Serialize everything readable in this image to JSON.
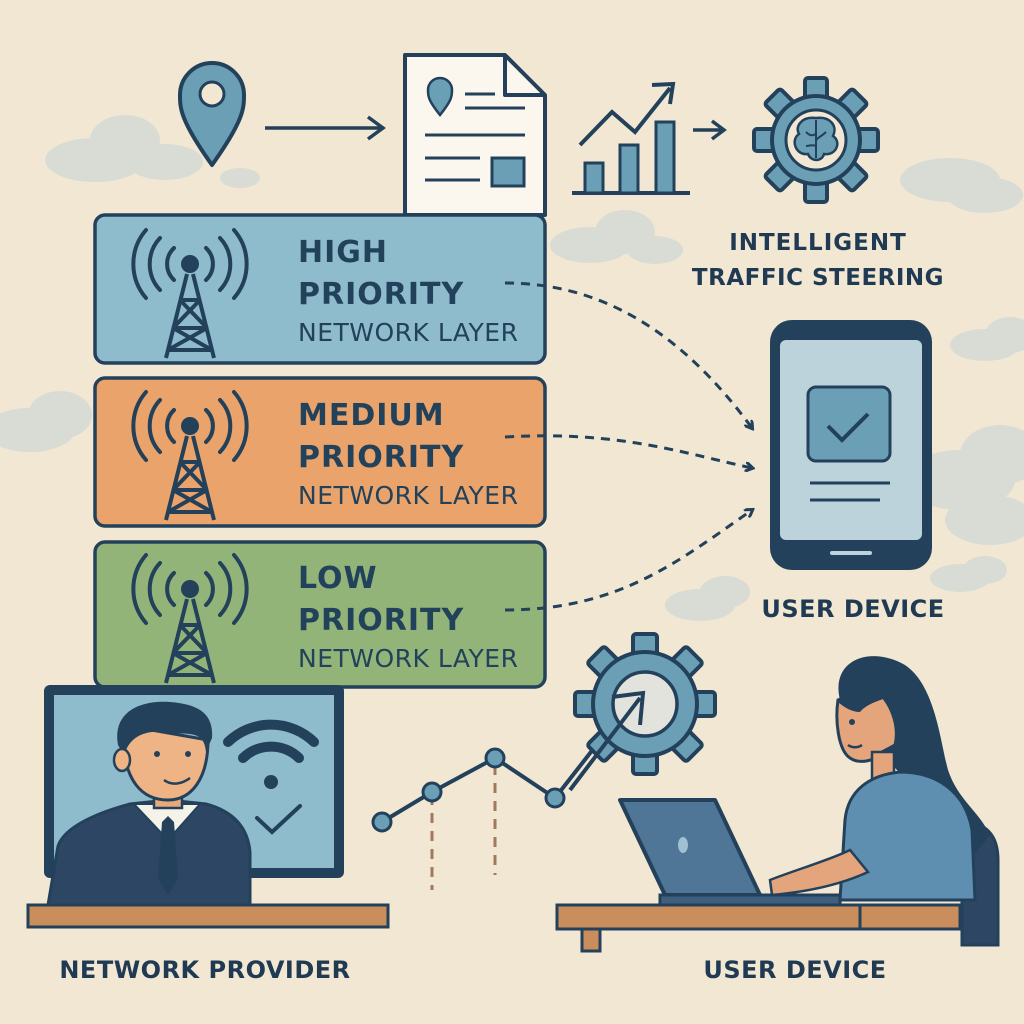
{
  "title": "",
  "steering": {
    "line1": "INTELLIGENT",
    "line2": "TRAFFIC STEERING"
  },
  "layers": [
    {
      "line1": "HIGH",
      "line2": "PRIORITY",
      "line3": "NETWORK LAYER",
      "color": "#8fbccc",
      "text_color": "#22415a"
    },
    {
      "line1": "MEDIUM",
      "line2": "PRIORITY",
      "line3": "NETWORK LAYER",
      "color": "#eaa36a",
      "text_color": "#22415a"
    },
    {
      "line1": "LOW",
      "line2": "PRIORITY",
      "line3": "NETWORK LAYER",
      "color": "#93b478",
      "text_color": "#22415a"
    }
  ],
  "captions": {
    "phone": "USER DEVICE",
    "provider": "NETWORK PROVIDER",
    "laptop_user": "USER DEVICE"
  },
  "colors": {
    "background": "#f2e7d3",
    "outline": "#23415b",
    "accent_blue": "#6a9fb5",
    "cloud": "#d8dcd4"
  },
  "icons": [
    "location-pin-icon",
    "arrow-right-icon",
    "document-icon",
    "bar-chart-icon",
    "gear-brain-icon",
    "cell-tower-icon",
    "smartphone-check-icon",
    "wifi-check-icon",
    "gear-icon",
    "line-chart-icon",
    "laptop-icon"
  ]
}
